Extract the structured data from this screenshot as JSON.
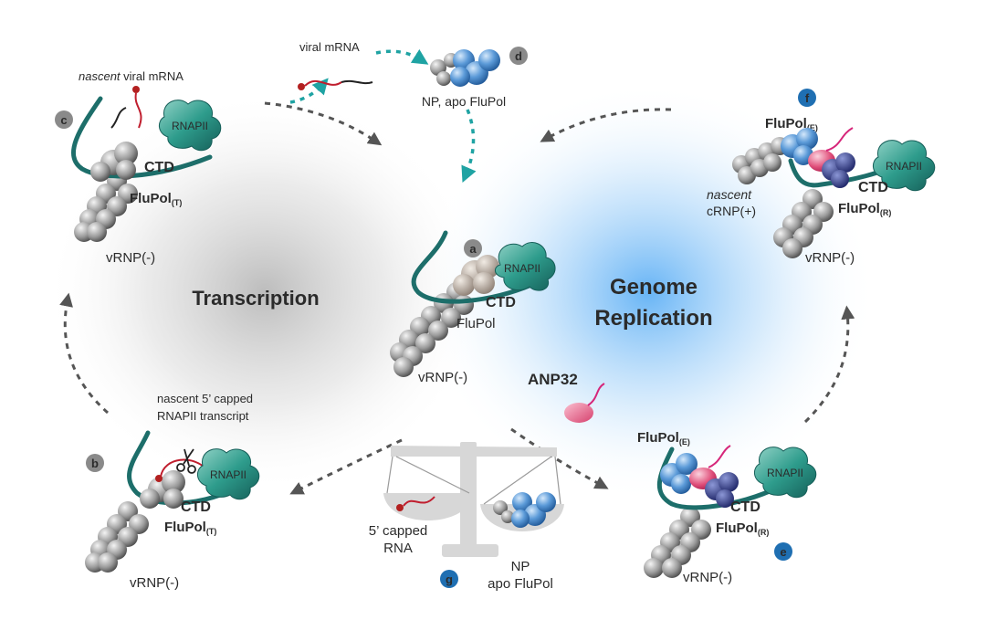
{
  "central": {
    "label": "a",
    "rnapii": "RNAPII",
    "ctd": "CTD",
    "flupol": "FluPol",
    "vrnp": "vRNP(-)"
  },
  "transcription": {
    "title": "Transcription"
  },
  "replication": {
    "title_line1": "Genome",
    "title_line2": "Replication"
  },
  "panel_b": {
    "label": "b",
    "caption_line1": "nascent 5’ capped",
    "caption_line2": "RNAPII transcript",
    "rnapii": "RNAPII",
    "ctd": "CTD",
    "flupol": "FluPol",
    "flupol_sub": "(T)",
    "vrnp": "vRNP(-)"
  },
  "panel_c": {
    "label": "c",
    "caption_italic": "nascent",
    "caption_rest": " viral mRNA",
    "rnapii": "RNAPII",
    "ctd": "CTD",
    "flupol": "FluPol",
    "flupol_sub": "(T)",
    "vrnp": "vRNP(-)"
  },
  "panel_d": {
    "label": "d",
    "mrna": "viral mRNA",
    "caption": "NP, apo FluPol"
  },
  "panel_e": {
    "label": "e",
    "flupol_e": "FluPol",
    "flupol_e_sub": "(E)",
    "rnapii": "RNAPII",
    "ctd": "CTD",
    "flupol_r": "FluPol",
    "flupol_r_sub": "(R)",
    "vrnp": "vRNP(-)"
  },
  "panel_f": {
    "label": "f",
    "flupol_e": "FluPol",
    "flupol_e_sub": "(E)",
    "rnapii": "RNAPII",
    "nascent": "nascent",
    "crnp": "cRNP(+)",
    "ctd": "CTD",
    "flupol_r": "FluPol",
    "flupol_r_sub": "(R)",
    "vrnp": "vRNP(-)"
  },
  "panel_g": {
    "label": "g",
    "anp32": "ANP32",
    "capped_line1": "5’ capped",
    "capped_line2": "RNA",
    "np_line1": "NP",
    "np_line2": "apo FluPol"
  },
  "colors": {
    "teal": "#1d6e6a",
    "ctd": "#1c7a72",
    "anp32": "#a3202d",
    "badge_grey": "#8a8a8a",
    "badge_blue": "#1f6fb2",
    "np_blue": "#3f86c9",
    "arrow_teal": "#1fa3a3",
    "arrow_grey": "#555555"
  }
}
